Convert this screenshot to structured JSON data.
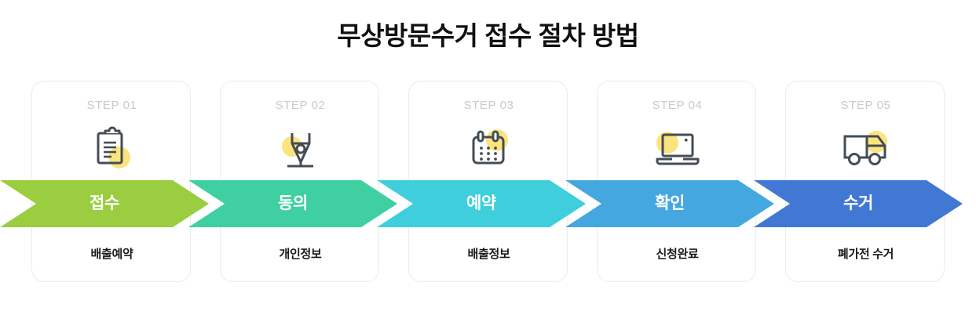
{
  "header": {
    "title": "무상방문수거 접수 절차 방법"
  },
  "palette": {
    "step1": "#9ACD3F",
    "step2": "#40CFA1",
    "step3": "#3ECEDC",
    "step4": "#45A7E0",
    "step5": "#4178D4",
    "icon_stroke": "#444D56",
    "icon_accent": "#FBE47E",
    "step_number_color": "#C9CACB",
    "card_border": "#ECECED",
    "caption_color": "#1A1A1A",
    "title_color": "#111111",
    "arrow_label_color": "#FFFFFF",
    "background": "#FFFFFF"
  },
  "steps": [
    {
      "number": "STEP 01",
      "icon": "clipboard-icon",
      "arrow_label": "접수",
      "caption": "배출예약",
      "color": "#9ACD3F"
    },
    {
      "number": "STEP 02",
      "icon": "pen-nib-icon",
      "arrow_label": "동의",
      "caption": "개인정보",
      "color": "#40CFA1"
    },
    {
      "number": "STEP 03",
      "icon": "calendar-icon",
      "arrow_label": "예약",
      "caption": "배출정보",
      "color": "#3ECEDC"
    },
    {
      "number": "STEP 04",
      "icon": "laptop-icon",
      "arrow_label": "확인",
      "caption": "신청완료",
      "color": "#45A7E0"
    },
    {
      "number": "STEP 05",
      "icon": "truck-icon",
      "arrow_label": "수거",
      "caption": "폐가전 수거",
      "color": "#4178D4"
    }
  ]
}
